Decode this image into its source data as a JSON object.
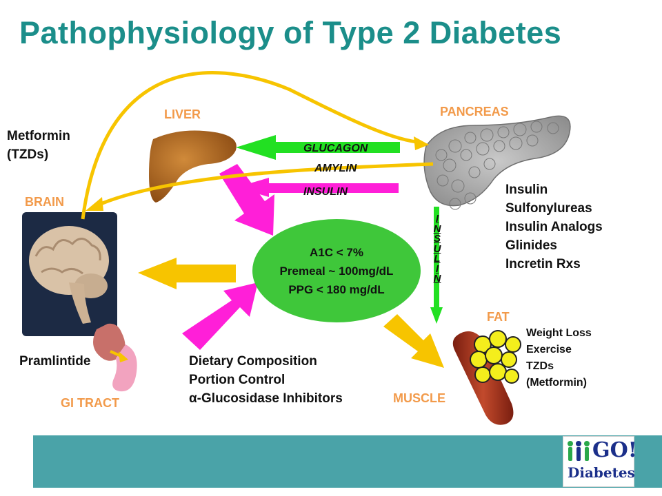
{
  "title": "Pathophysiology of Type 2 Diabetes",
  "organs": {
    "liver": "LIVER",
    "pancreas": "PANCREAS",
    "brain": "BRAIN",
    "gi_tract": "GI TRACT",
    "fat": "FAT",
    "muscle": "MUSCLE"
  },
  "hormones": {
    "glucagon": "GLUCAGON",
    "amylin": "AMYLIN",
    "insulin": "INSULIN",
    "insulin_vertical": [
      "I",
      "N",
      "S",
      "U",
      "L",
      "I",
      "N"
    ]
  },
  "target": {
    "line1": "A1C < 7%",
    "line2": "Premeal ~ 100mg/dL",
    "line3": "PPG < 180 mg/dL"
  },
  "therapies": {
    "metformin": [
      "Metformin",
      "(TZDs)"
    ],
    "pancreas": [
      "Insulin",
      "Sulfonylureas",
      "Insulin Analogs",
      "Glinides",
      "Incretin Rxs"
    ],
    "pramlintide": "Pramlintide",
    "diet": [
      "Dietary Composition",
      "Portion Control",
      "α-Glucosidase Inhibitors"
    ],
    "fat": [
      "Weight Loss",
      "Exercise",
      "TZDs",
      "(Metformin)"
    ]
  },
  "logo": {
    "line1": "GO!",
    "line2": "Diabetes"
  },
  "colors": {
    "title": "#1b8e8a",
    "organ_label": "#f29a4a",
    "glucagon_arrow": "#22e022",
    "insulin_arrow": "#ff1fd8",
    "yellow_arrow": "#f7c400",
    "target": "#3fc73a",
    "footer": "#4aa3a8"
  }
}
